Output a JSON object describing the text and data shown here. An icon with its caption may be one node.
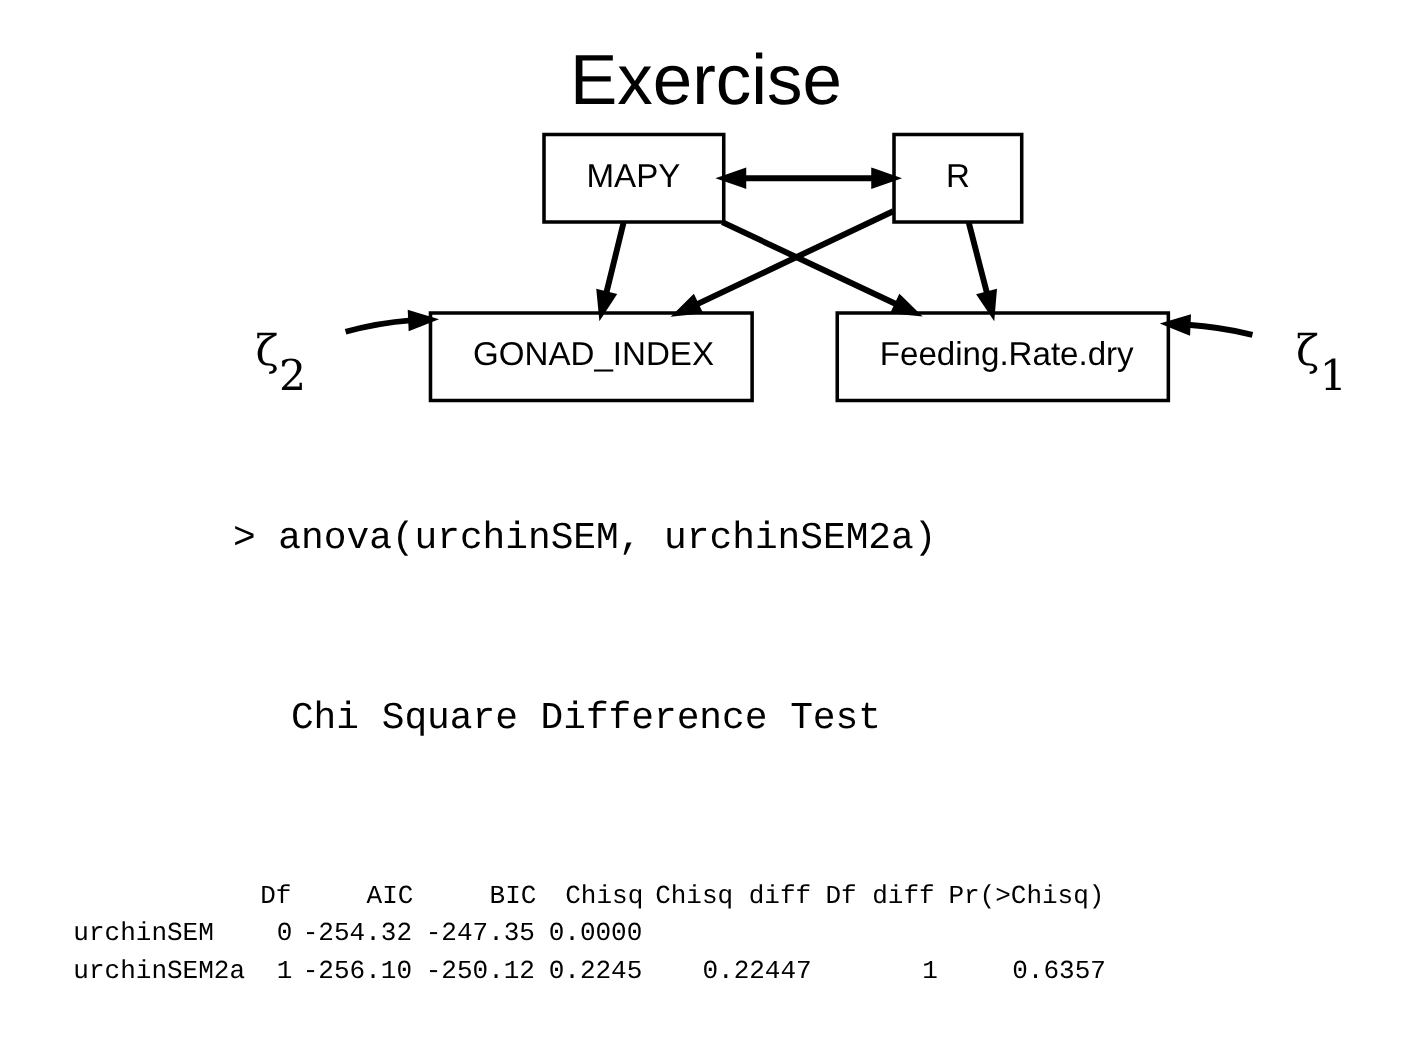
{
  "diagram": {
    "title": "Exercise",
    "nodes": [
      {
        "text": [
          "MAPY"
        ]
      },
      {
        "text": [
          "R"
        ]
      },
      {
        "text": [
          "GONAD_INDEX"
        ]
      },
      {
        "text": [
          "Feeding.Rate.dry"
        ]
      },
      {
        "text": [
          "ζ$_{2}$"
        ]
      },
      {
        "text": [
          "ζ$_{1}$"
        ]
      }
    ],
    "edges": [
      {
        "from": 0,
        "to": 1,
        "arrow": "both"
      },
      {
        "from": 0,
        "to": 2,
        "arrow": "to"
      },
      {
        "from": 0,
        "to": 3,
        "arrow": "to"
      },
      {
        "from": 1,
        "to": 2,
        "arrow": "to"
      },
      {
        "from": 1,
        "to": 3,
        "arrow": "to"
      },
      {
        "from": 4,
        "to": 2,
        "arrow": "to"
      },
      {
        "from": 5,
        "to": 3,
        "arrow": "to"
      }
    ],
    "labels": [
      "> anova(urchinSEM, urchinSEM2a)",
      "Chi Square Difference Test",
      "Df",
      "AIC",
      "BIC",
      "Chisq",
      "Chisq diff",
      "Df diff",
      "Pr(>Chisq)",
      "urchinSEM",
      "0",
      "-254.32",
      "-247.35",
      "0.0000",
      "urchinSEM2a",
      "1",
      "-256.10",
      "-250.12",
      "0.2245",
      "0.22447",
      "1",
      "0.6357"
    ]
  }
}
